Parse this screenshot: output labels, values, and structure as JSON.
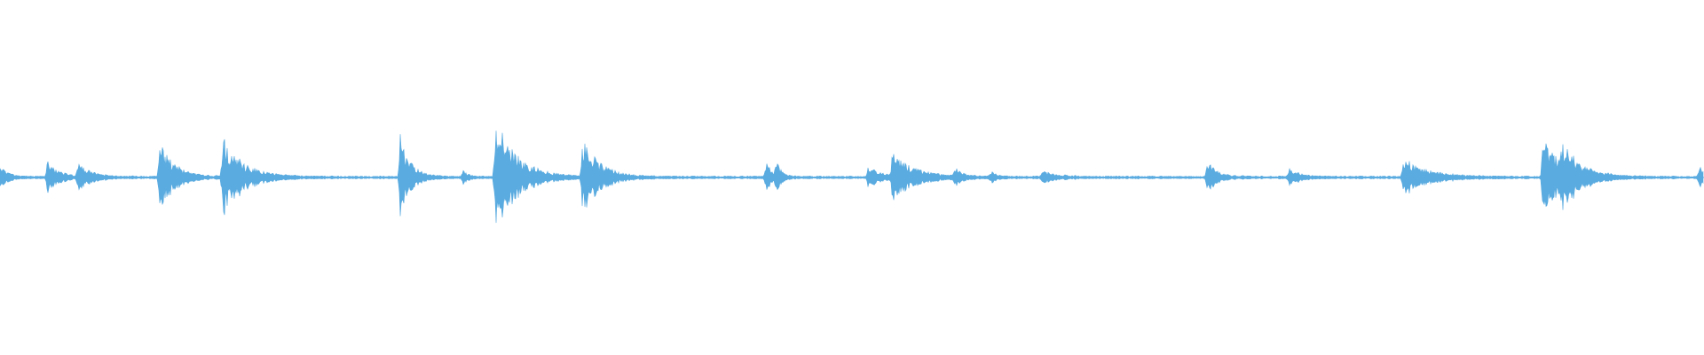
{
  "waveform": {
    "color": "#5aabe0",
    "background": "#ffffff",
    "peaks": [
      {
        "t": 0.0,
        "amp": 0.08,
        "decay": 0.004
      },
      {
        "t": 0.028,
        "amp": 0.1,
        "decay": 0.006
      },
      {
        "t": 0.046,
        "amp": 0.07,
        "decay": 0.008
      },
      {
        "t": 0.094,
        "amp": 0.24,
        "decay": 0.008
      },
      {
        "t": 0.131,
        "amp": 0.23,
        "decay": 0.012
      },
      {
        "t": 0.235,
        "amp": 0.24,
        "decay": 0.006
      },
      {
        "t": 0.272,
        "amp": 0.04,
        "decay": 0.003
      },
      {
        "t": 0.291,
        "amp": 0.36,
        "decay": 0.012
      },
      {
        "t": 0.342,
        "amp": 0.22,
        "decay": 0.01
      },
      {
        "t": 0.45,
        "amp": 0.1,
        "decay": 0.003
      },
      {
        "t": 0.456,
        "amp": 0.09,
        "decay": 0.003
      },
      {
        "t": 0.51,
        "amp": 0.07,
        "decay": 0.006
      },
      {
        "t": 0.524,
        "amp": 0.13,
        "decay": 0.014
      },
      {
        "t": 0.561,
        "amp": 0.05,
        "decay": 0.004
      },
      {
        "t": 0.582,
        "amp": 0.03,
        "decay": 0.003
      },
      {
        "t": 0.612,
        "amp": 0.03,
        "decay": 0.01
      },
      {
        "t": 0.709,
        "amp": 0.09,
        "decay": 0.006
      },
      {
        "t": 0.757,
        "amp": 0.05,
        "decay": 0.006
      },
      {
        "t": 0.824,
        "amp": 0.11,
        "decay": 0.014
      },
      {
        "t": 0.906,
        "amp": 0.25,
        "decay": 0.01
      },
      {
        "t": 0.917,
        "amp": 0.14,
        "decay": 0.012
      },
      {
        "t": 0.998,
        "amp": 0.06,
        "decay": 0.003
      }
    ],
    "noise_floor": 0.006
  }
}
